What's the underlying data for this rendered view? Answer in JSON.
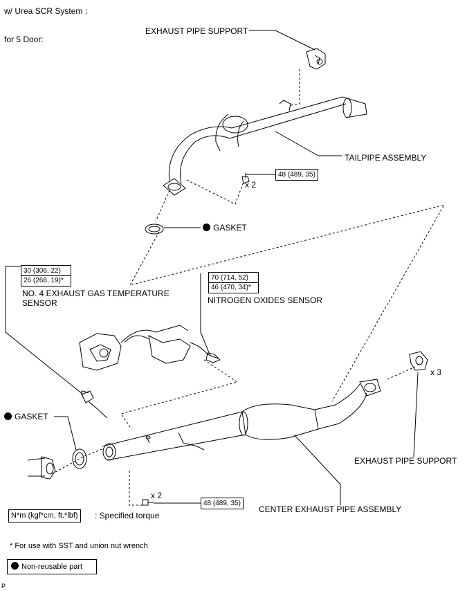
{
  "header": {
    "condition": "w/ Urea SCR System :",
    "variant": "for 5 Door:"
  },
  "labels": {
    "exhaust_support_top": "EXHAUST PIPE SUPPORT",
    "tailpipe": "TAILPIPE ASSEMBLY",
    "gasket_top": "GASKET",
    "temp_sensor_line1": "NO. 4 EXHAUST GAS TEMPERATURE",
    "temp_sensor_line2": "SENSOR",
    "nox_sensor": "NITROGEN OXIDES SENSOR",
    "gasket_left": "GASKET",
    "exhaust_support_right": "EXHAUST PIPE SUPPORT",
    "center_pipe": "CENTER EXHAUST PIPE ASSEMBLY"
  },
  "quantities": {
    "tail_bolts": "x 2",
    "support_nuts": "x 3",
    "front_bolts": "x 2"
  },
  "torques": {
    "tail_bolt": "48 (489, 35)",
    "temp_sensor_a": "30 (306, 22)",
    "temp_sensor_b": "26 (268, 19)*",
    "nox_a": "70 (714, 52)",
    "nox_b": "46 (470, 34)*",
    "front_bolt": "48 (489, 35)"
  },
  "legend": {
    "units": "N*m (kgf*cm, ft.*lbf)",
    "units_desc": ": Specified torque",
    "footnote": "* For use with SST and union nut wrench",
    "nonreusable": "Non-reusable part"
  },
  "page_code": "P"
}
